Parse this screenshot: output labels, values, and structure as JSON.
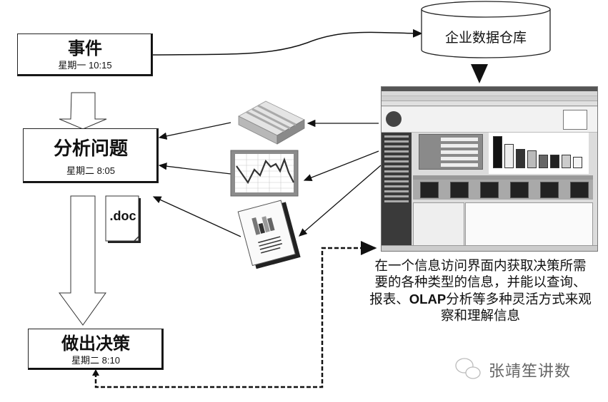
{
  "diagram": {
    "steps": [
      {
        "id": "event",
        "title": "事件",
        "time": "星期一 10:15"
      },
      {
        "id": "analyze",
        "title": "分析问题",
        "time": "星期二 8:05"
      },
      {
        "id": "decide",
        "title": "做出决策",
        "time": "星期二 8:10"
      }
    ],
    "data_warehouse": {
      "label": "企业数据仓库"
    },
    "doc_icon": {
      "label": ".doc"
    },
    "resource_icons": [
      "database-server-icon",
      "line-chart-icon",
      "report-document-icon"
    ],
    "portal_screenshot": {
      "description": "decision support portal window",
      "chart_bars": [
        0.95,
        0.72,
        0.55,
        0.5,
        0.38,
        0.38,
        0.38,
        0.32
      ]
    },
    "caption": {
      "line1": "在一个信息访问界面内获取决策所需",
      "line2": "要的各种类型的信息，并能以查询、",
      "line3_pre": "报表、",
      "line3_bold": "OLAP",
      "line3_post": "分析等多种灵活方式来观",
      "line4": "察和理解信息"
    },
    "watermark": {
      "icon": "wechat-icon",
      "text": "张靖笙讲数"
    }
  },
  "colors": {
    "line": "#111111",
    "server": "#bdbdbd",
    "chart_frame": "#8c8c8c"
  }
}
